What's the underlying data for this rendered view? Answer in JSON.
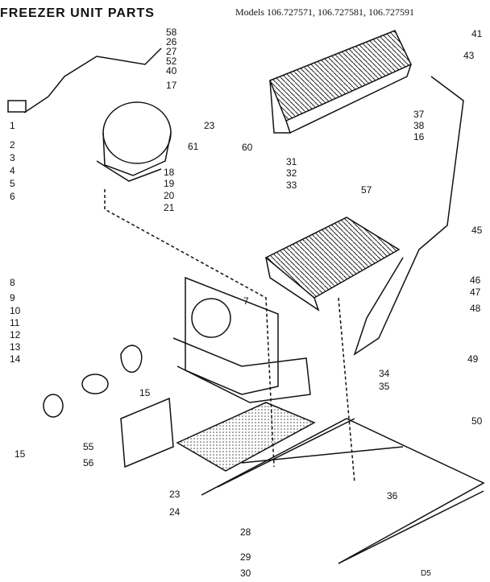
{
  "title": "FREEZER UNIT PARTS",
  "models": "Models 106.727571, 106.727581, 106.727591",
  "diagram_code": "D5",
  "callouts": [
    {
      "label": "58"
    },
    {
      "label": "26"
    },
    {
      "label": "27"
    },
    {
      "label": "52"
    },
    {
      "label": "40"
    },
    {
      "label": "17"
    },
    {
      "label": "23"
    },
    {
      "label": "1"
    },
    {
      "label": "2"
    },
    {
      "label": "3"
    },
    {
      "label": "4"
    },
    {
      "label": "5"
    },
    {
      "label": "6"
    },
    {
      "label": "18"
    },
    {
      "label": "19"
    },
    {
      "label": "20"
    },
    {
      "label": "21"
    },
    {
      "label": "61"
    },
    {
      "label": "60"
    },
    {
      "label": "41"
    },
    {
      "label": "43"
    },
    {
      "label": "37"
    },
    {
      "label": "38"
    },
    {
      "label": "16"
    },
    {
      "label": "57"
    },
    {
      "label": "31"
    },
    {
      "label": "32"
    },
    {
      "label": "33"
    },
    {
      "label": "45"
    },
    {
      "label": "8"
    },
    {
      "label": "7"
    },
    {
      "label": "9"
    },
    {
      "label": "10"
    },
    {
      "label": "11"
    },
    {
      "label": "12"
    },
    {
      "label": "13"
    },
    {
      "label": "14"
    },
    {
      "label": "15"
    },
    {
      "label": "15"
    },
    {
      "label": "55"
    },
    {
      "label": "56"
    },
    {
      "label": "46"
    },
    {
      "label": "47"
    },
    {
      "label": "48"
    },
    {
      "label": "49"
    },
    {
      "label": "34"
    },
    {
      "label": "35"
    },
    {
      "label": "50"
    },
    {
      "label": "36"
    },
    {
      "label": "23"
    },
    {
      "label": "24"
    },
    {
      "label": "28"
    },
    {
      "label": "29"
    },
    {
      "label": "30"
    }
  ]
}
